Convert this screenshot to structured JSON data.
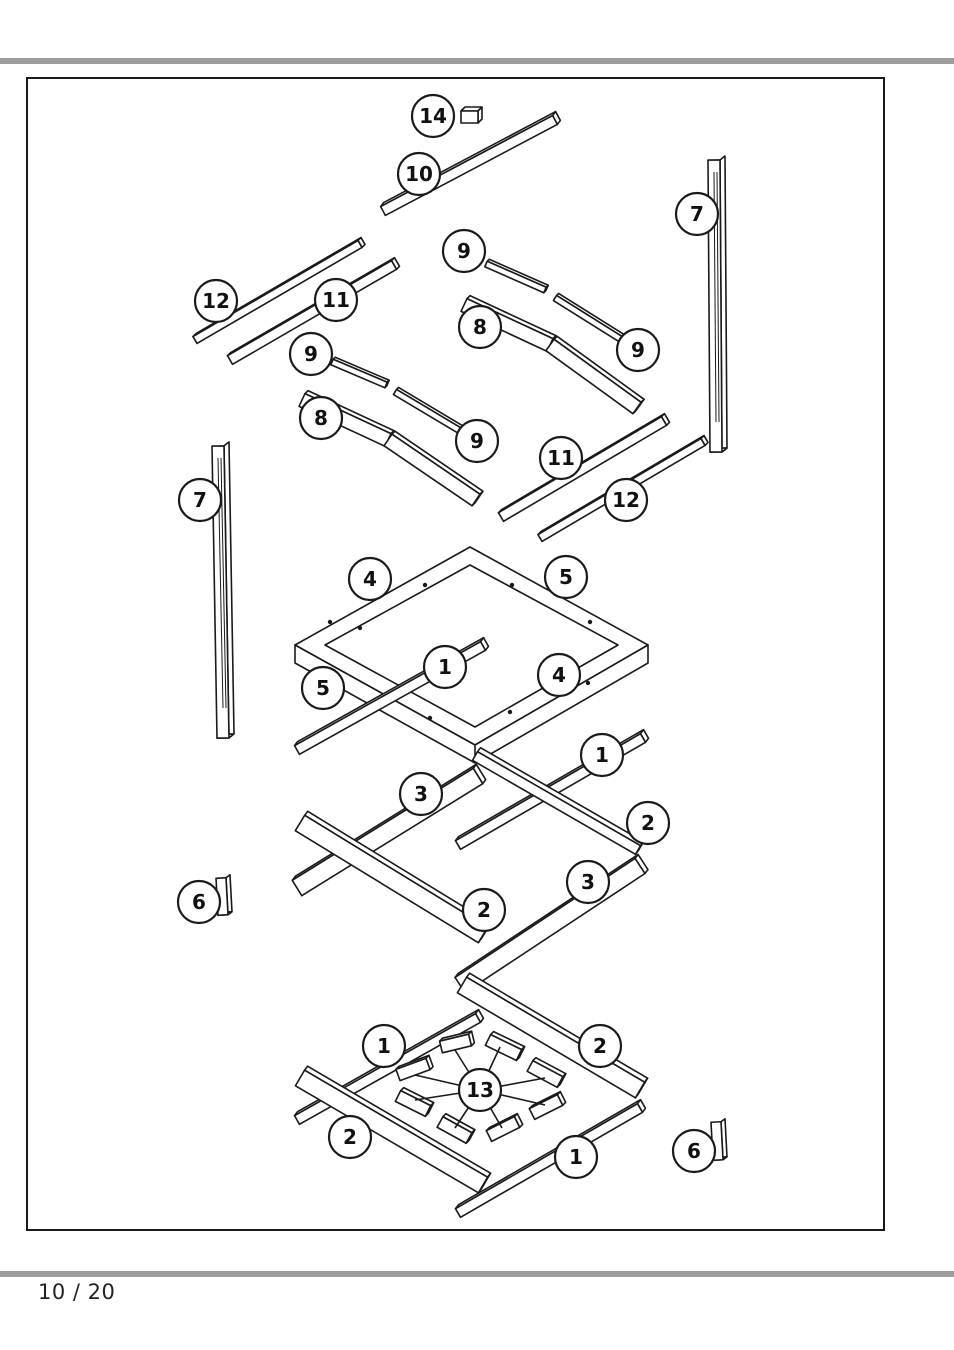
{
  "page": {
    "number_label": "10 / 20"
  },
  "diagram": {
    "title": "",
    "line_color": "#1a1a1a",
    "callouts": [
      {
        "label": "14",
        "part": "14"
      },
      {
        "label": "10",
        "part": "10"
      },
      {
        "label": "7",
        "part": "7-right"
      },
      {
        "label": "9",
        "part": "9-top-center"
      },
      {
        "label": "12",
        "part": "12-top"
      },
      {
        "label": "11",
        "part": "11-top"
      },
      {
        "label": "8",
        "part": "8-top"
      },
      {
        "label": "9",
        "part": "9-top-right"
      },
      {
        "label": "9",
        "part": "9-middle-left"
      },
      {
        "label": "8",
        "part": "8-left"
      },
      {
        "label": "9",
        "part": "9-middle-right"
      },
      {
        "label": "11",
        "part": "11-right"
      },
      {
        "label": "7",
        "part": "7-left"
      },
      {
        "label": "12",
        "part": "12-right"
      },
      {
        "label": "4",
        "part": "4-frame-left"
      },
      {
        "label": "5",
        "part": "5-frame-right"
      },
      {
        "label": "1",
        "part": "1-upper"
      },
      {
        "label": "4",
        "part": "4-frame-right"
      },
      {
        "label": "5",
        "part": "5-frame-left"
      },
      {
        "label": "1",
        "part": "1-upper-right"
      },
      {
        "label": "3",
        "part": "3-upper"
      },
      {
        "label": "2",
        "part": "2-upper-right"
      },
      {
        "label": "6",
        "part": "6-left"
      },
      {
        "label": "2",
        "part": "2-middle"
      },
      {
        "label": "3",
        "part": "3-lower"
      },
      {
        "label": "1",
        "part": "1-lower"
      },
      {
        "label": "2",
        "part": "2-lower-right"
      },
      {
        "label": "13",
        "part": "13-blocks"
      },
      {
        "label": "2",
        "part": "2-lower-left"
      },
      {
        "label": "1",
        "part": "1-bottom"
      },
      {
        "label": "6",
        "part": "6-right"
      }
    ]
  }
}
